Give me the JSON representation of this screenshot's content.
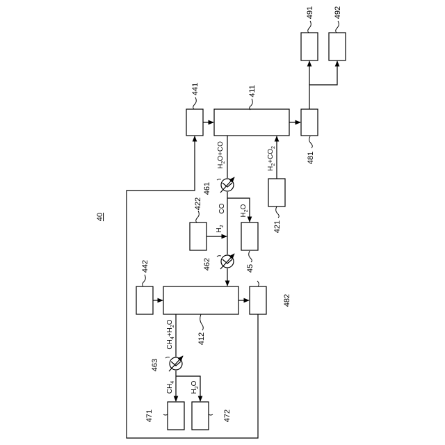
{
  "figure_label": "40",
  "components": {
    "c411": "411",
    "c412": "412",
    "c421": "421",
    "c422": "422",
    "c441": "441",
    "c442": "442",
    "c45": "45",
    "c461": "461",
    "c462": "462",
    "c463": "463",
    "c471": "471",
    "c472": "472",
    "c481": "481",
    "c482": "482",
    "c491": "491",
    "c492": "492"
  },
  "streams": {
    "h2o_co_main": "H",
    "h2o_co_sub": "2",
    "h2o_co_rest": "O+CO",
    "h2_co2_main": "H",
    "h2_co2_sub1": "2",
    "h2_co2_mid": "+CO",
    "h2_co2_sub2": "2",
    "co": "CO",
    "h2_main": "H",
    "h2_sub": "2",
    "h2o_a_main": "H",
    "h2o_a_sub": "2",
    "h2o_a_rest": "O",
    "ch4_h2o_main": "CH",
    "ch4_h2o_sub1": "4",
    "ch4_h2o_mid": "+H",
    "ch4_h2o_sub2": "2",
    "ch4_h2o_rest": "O",
    "ch4_main": "CH",
    "ch4_sub": "4",
    "h2o_b_main": "H",
    "h2o_b_sub": "2",
    "h2o_b_rest": "O"
  }
}
